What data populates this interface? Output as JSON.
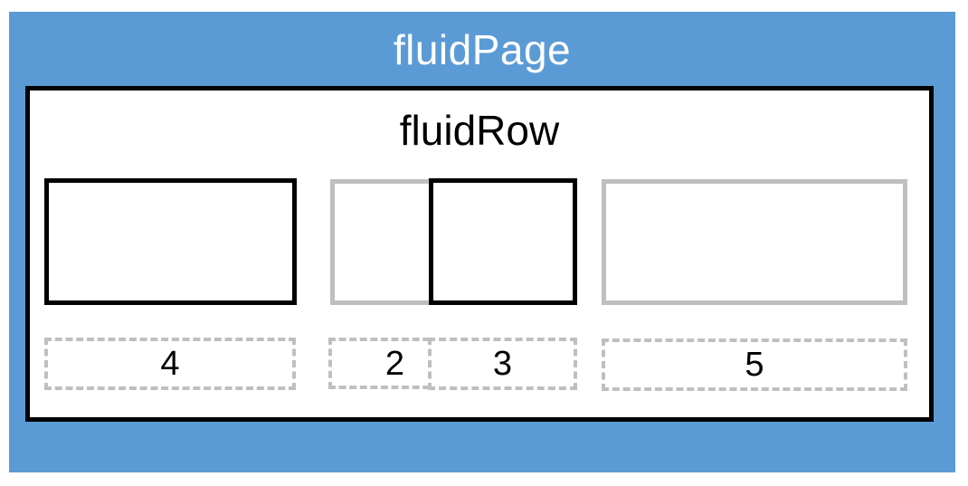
{
  "diagram": {
    "page_label": "fluidPage",
    "row_label": "fluidRow",
    "columns": [
      {
        "width": "4",
        "style": "black-solid"
      },
      {
        "width": "2",
        "style": "gray-solid"
      },
      {
        "width": "3",
        "style": "black-solid"
      },
      {
        "width": "5",
        "style": "gray-solid"
      }
    ],
    "colors": {
      "page_blue": "#5b9bd5",
      "box_black": "#000000",
      "box_gray": "#bfbfbf",
      "title_text": "#ffffff"
    }
  }
}
